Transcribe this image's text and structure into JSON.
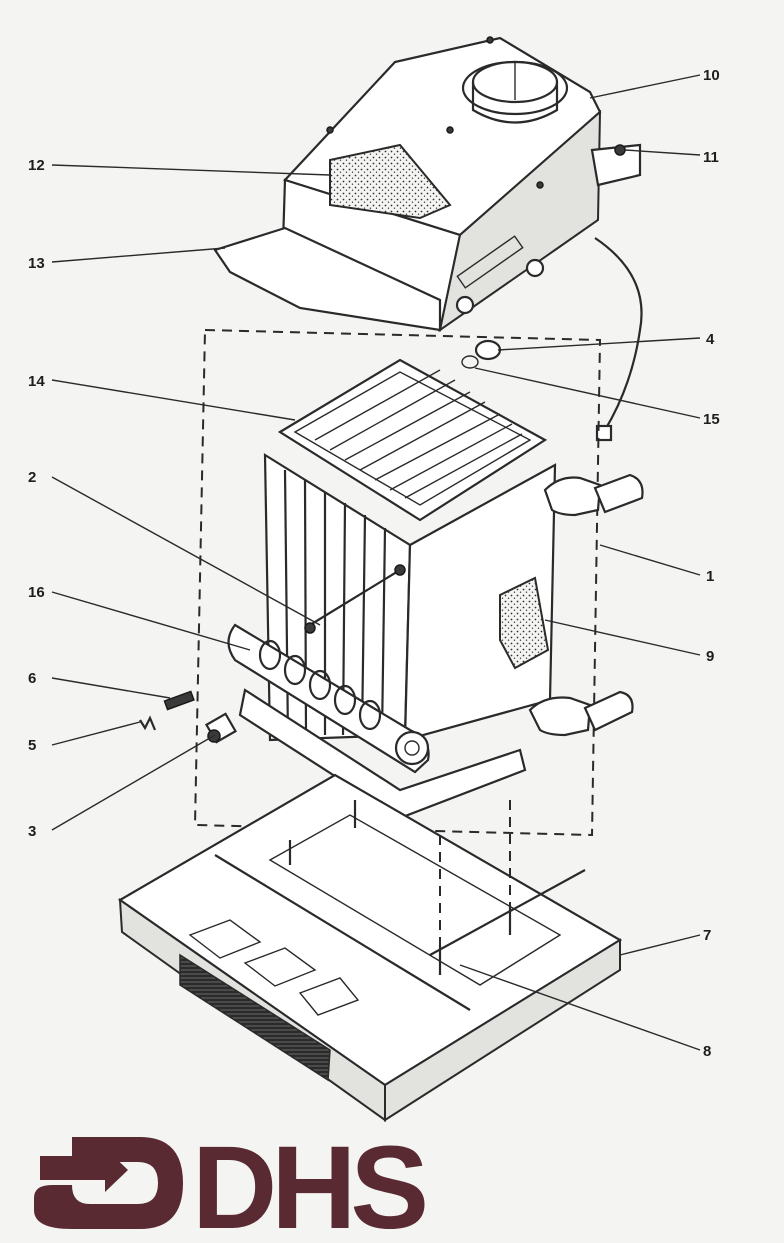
{
  "callouts": [
    "10",
    "11",
    "12",
    "13",
    "4",
    "14",
    "15",
    "2",
    "1",
    "16",
    "9",
    "6",
    "5",
    "3",
    "7",
    "8"
  ],
  "logo": {
    "text": "DHS",
    "color": "#5a2a32"
  }
}
